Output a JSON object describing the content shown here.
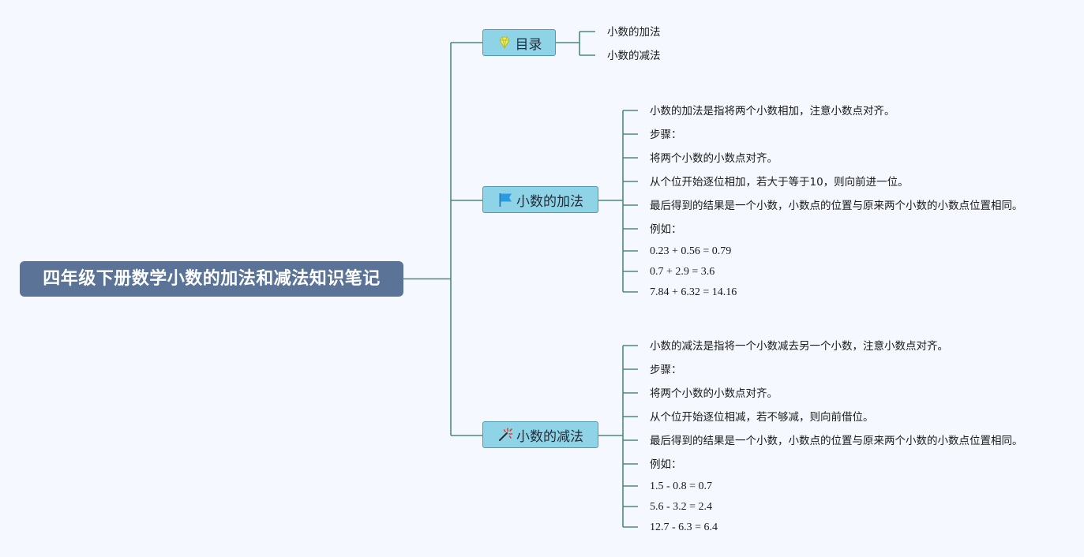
{
  "root": {
    "title": "四年级下册数学小数的加法和减法知识笔记"
  },
  "branches": {
    "toc": {
      "label": "目录",
      "icon": "gem-icon",
      "items": [
        "小数的加法",
        "小数的减法"
      ]
    },
    "add": {
      "label": "小数的加法",
      "icon": "flag-icon",
      "items": [
        "小数的加法是指将两个小数相加，注意小数点对齐。",
        "步骤：",
        "将两个小数的小数点对齐。",
        "从个位开始逐位相加，若大于等于10，则向前进一位。",
        "最后得到的结果是一个小数，小数点的位置与原来两个小数的小数点位置相同。",
        "例如：",
        "0.23 + 0.56 = 0.79",
        "0.7 + 2.9 = 3.6",
        "7.84 + 6.32 = 14.16"
      ]
    },
    "sub": {
      "label": "小数的减法",
      "icon": "magic-wand-icon",
      "items": [
        "小数的减法是指将一个小数减去另一个小数，注意小数点对齐。",
        "步骤：",
        "将两个小数的小数点对齐。",
        "从个位开始逐位相减，若不够减，则向前借位。",
        "最后得到的结果是一个小数，小数点的位置与原来两个小数的小数点位置相同。",
        "例如：",
        "1.5 - 0.8 = 0.7",
        "5.6 - 3.2 = 2.4",
        "12.7 - 6.3 = 6.4"
      ]
    }
  },
  "colors": {
    "background": "#f5f9ff",
    "root_fill": "#5a7396",
    "branch_fill": "#8fd3e6",
    "branch_border": "#4e9ab0",
    "connector": "#4a8a7e",
    "gem": "#e8e84a",
    "flag": "#2a9be0",
    "wand_stick": "#2b2b2b",
    "wand_sparkle": "#d9443a"
  }
}
